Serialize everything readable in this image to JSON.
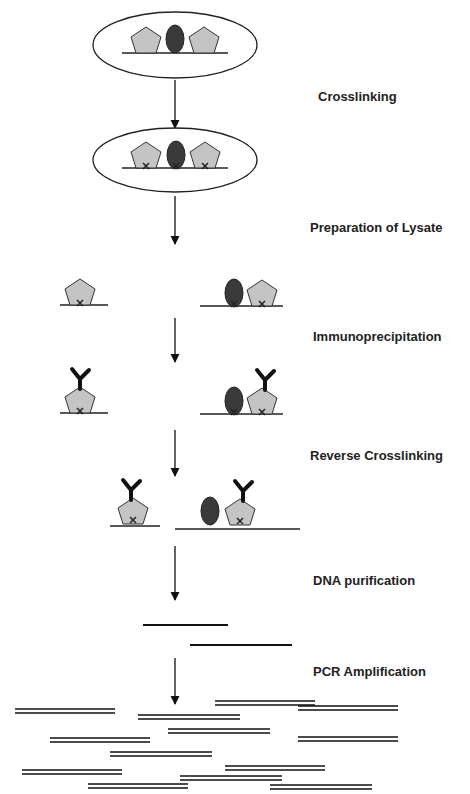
{
  "diagram": {
    "labels": [
      "Crosslinking",
      "Preparation of Lysate",
      "Immunoprecipitation",
      "Reverse Crosslinking",
      "DNA purification",
      "PCR Amplification"
    ]
  }
}
